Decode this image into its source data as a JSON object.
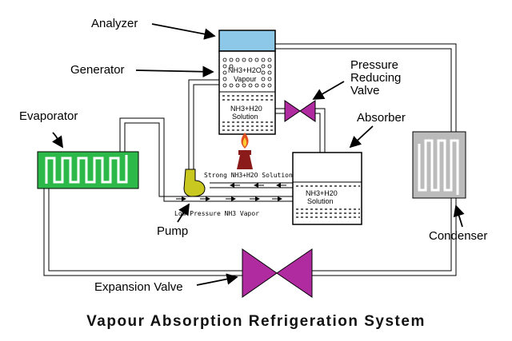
{
  "title": "Vapour Absorption Refrigeration System",
  "labels": {
    "analyzer": "Analyzer",
    "generator": "Generator",
    "pressure_reducing_valve_line1": "Pressure",
    "pressure_reducing_valve_line2": "Reducing",
    "pressure_reducing_valve_line3": "Valve",
    "absorber": "Absorber",
    "evaporator": "Evaporator",
    "pump": "Pump",
    "condenser": "Condenser",
    "expansion_valve": "Expansion Valve"
  },
  "generator_contents": {
    "vapour_line1": "NH3+H2O",
    "vapour_line2": "Vapour",
    "solution_line1": "NH3+H20",
    "solution_line2": "Solution"
  },
  "absorber_contents": {
    "solution_line1": "NH3+H20",
    "solution_line2": "Solution"
  },
  "flow_labels": {
    "strong_solution": "Strong NH3+H2O Solution",
    "low_pressure_vapor": "Low Pressure NH3 Vapor"
  },
  "colors": {
    "evaporator": "#2db84a",
    "analyzer": "#8ec8e8",
    "valve": "#b02aa0",
    "pump": "#c8c820",
    "burner": "#8b1a1a",
    "condenser": "#bbbbbb"
  }
}
